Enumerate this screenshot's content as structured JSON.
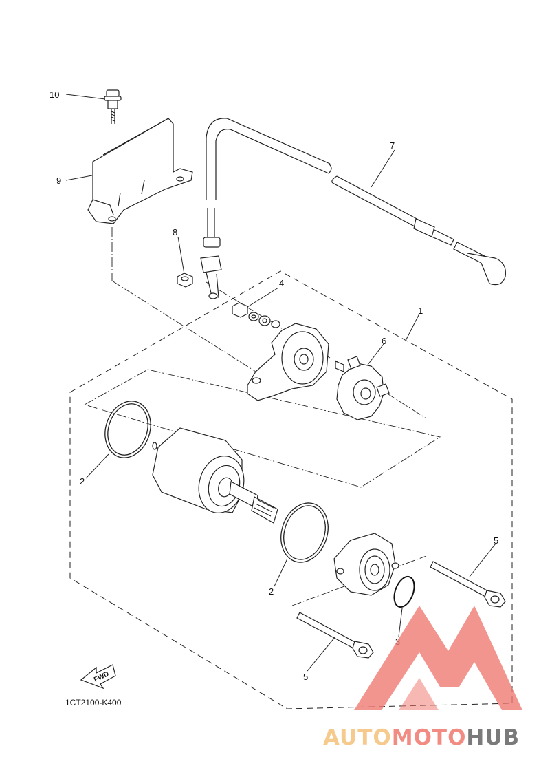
{
  "diagram": {
    "part_code": "1CT2100-K400",
    "fwd_label": "FWD",
    "callouts": [
      {
        "id": "c10",
        "text": "10"
      },
      {
        "id": "c9",
        "text": "9"
      },
      {
        "id": "c8",
        "text": "8"
      },
      {
        "id": "c7",
        "text": "7"
      },
      {
        "id": "c4",
        "text": "4"
      },
      {
        "id": "c1",
        "text": "1"
      },
      {
        "id": "c6",
        "text": "6"
      },
      {
        "id": "c2a",
        "text": "2"
      },
      {
        "id": "c2b",
        "text": "2"
      },
      {
        "id": "c5a",
        "text": "5"
      },
      {
        "id": "c5b",
        "text": "5"
      },
      {
        "id": "c3",
        "text": "3"
      }
    ]
  },
  "watermark": {
    "part1": "AUTO",
    "part2": "MOTO",
    "part3": "HUB",
    "colors": {
      "auto": "#f6c98c",
      "moto": "#f28b82",
      "hub": "#7a7a7a",
      "logo": "#f07b73"
    }
  }
}
